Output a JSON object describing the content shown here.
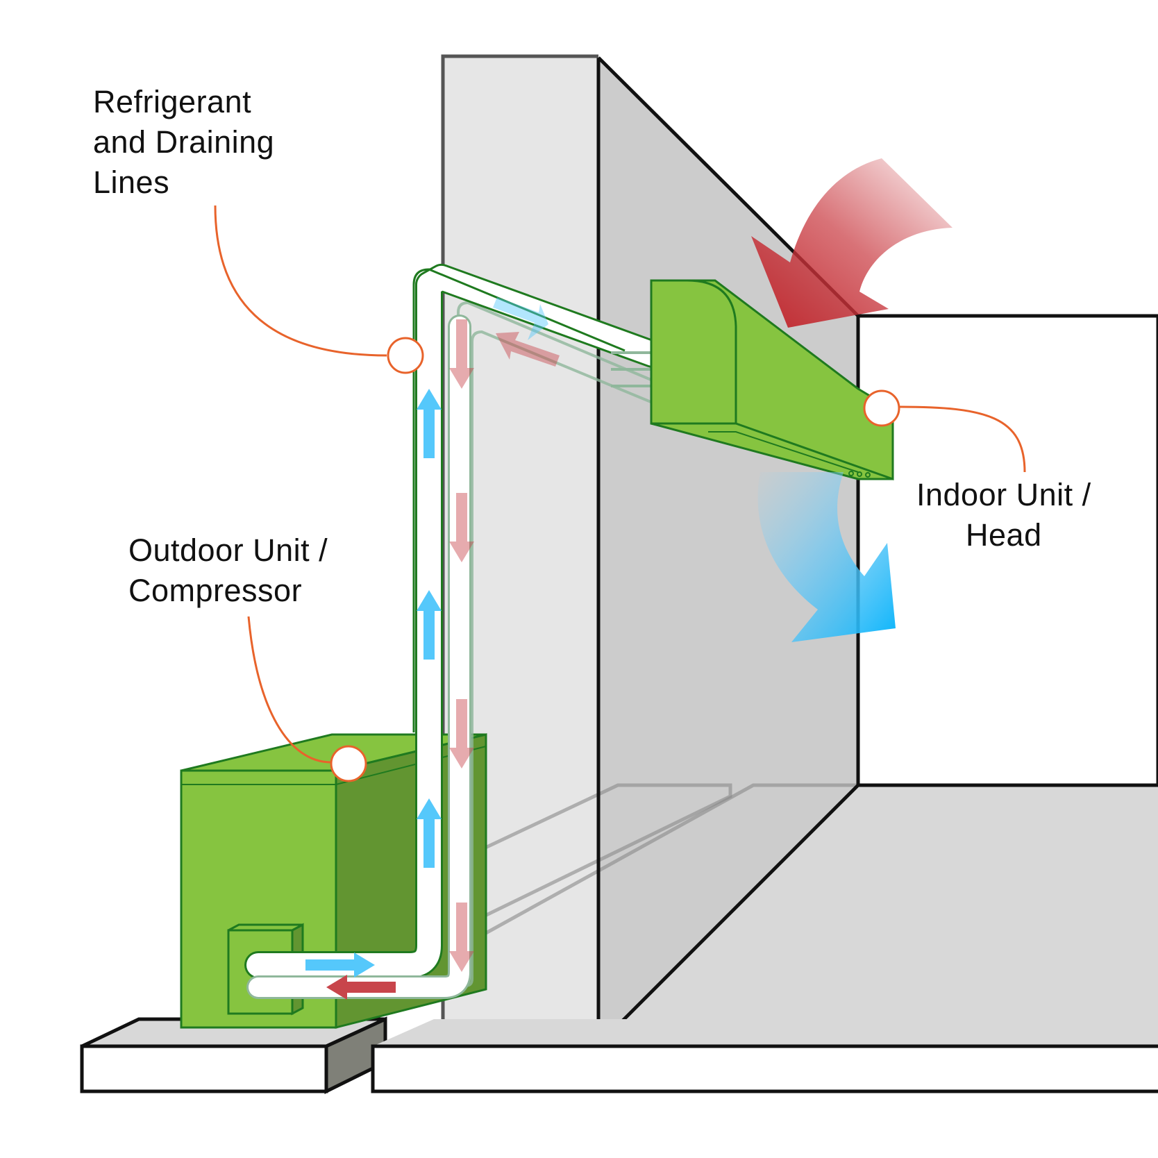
{
  "labels": {
    "lines": [
      "Refrigerant",
      "and Draining",
      "Lines"
    ],
    "outdoor": [
      "Outdoor Unit /",
      "Compressor"
    ],
    "indoor": [
      "Indoor Unit /",
      "Head"
    ]
  },
  "colors": {
    "unit_green": "#86c440",
    "unit_green_dark": "#629531",
    "unit_outline": "#1f7a1f",
    "callout_orange": "#e8632b",
    "cold_blue": "#55c8fb",
    "warm_red": "#c8454b",
    "wall_light": "#e6e6e6",
    "wall_mid": "#cccccc",
    "floor": "#d8d8d8"
  },
  "icons": {
    "hot_air_in": "curved-red-arrow",
    "cool_air_out": "curved-blue-arrow"
  }
}
